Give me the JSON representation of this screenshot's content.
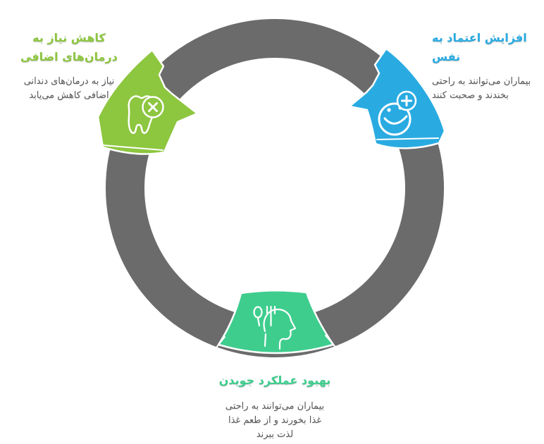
{
  "diagram": {
    "type": "cycle",
    "background": "#ffffff",
    "ring_color": "#6b6b6b",
    "text_color": "#58595b",
    "items": [
      {
        "position": "top-left",
        "icon": "tooth-x-icon",
        "accent_color": "#8dc63f",
        "title": "کاهش نیاز به درمان‌های اضافی",
        "title_lines": [
          "کاهش نیاز به",
          "درمان‌های اضافی"
        ],
        "description": "نیاز به درمان‌های دندانی اضافی کاهش می‌یابد",
        "desc_lines": [
          "نیاز به درمان‌های دندانی",
          "اضافی کاهش می‌یابد"
        ]
      },
      {
        "position": "top-right",
        "icon": "smiley-plus-icon",
        "accent_color": "#29abe2",
        "title": "افزایش اعتماد به نفس",
        "title_lines": [
          "افزایش اعتماد به",
          "نفس"
        ],
        "description": "بیماران می‌توانند به راحتی بخندند و صحبت کنند",
        "desc_lines": [
          "بیماران می‌توانند به راحتی",
          "بخندند و صحبت کنند"
        ]
      },
      {
        "position": "bottom",
        "icon": "chewing-head-icon",
        "accent_color": "#3ecd8d",
        "title": "بهبود عملکرد جویدن",
        "title_lines": [
          "بهبود عملکرد جویدن"
        ],
        "description": "بیماران می‌توانند به راحتی غذا بخورند و از طعم غذا لذت ببرند",
        "desc_lines": [
          "بیماران می‌توانند به راحتی",
          "غذا بخورند و از طعم غذا",
          "لذت ببرند"
        ]
      }
    ]
  }
}
